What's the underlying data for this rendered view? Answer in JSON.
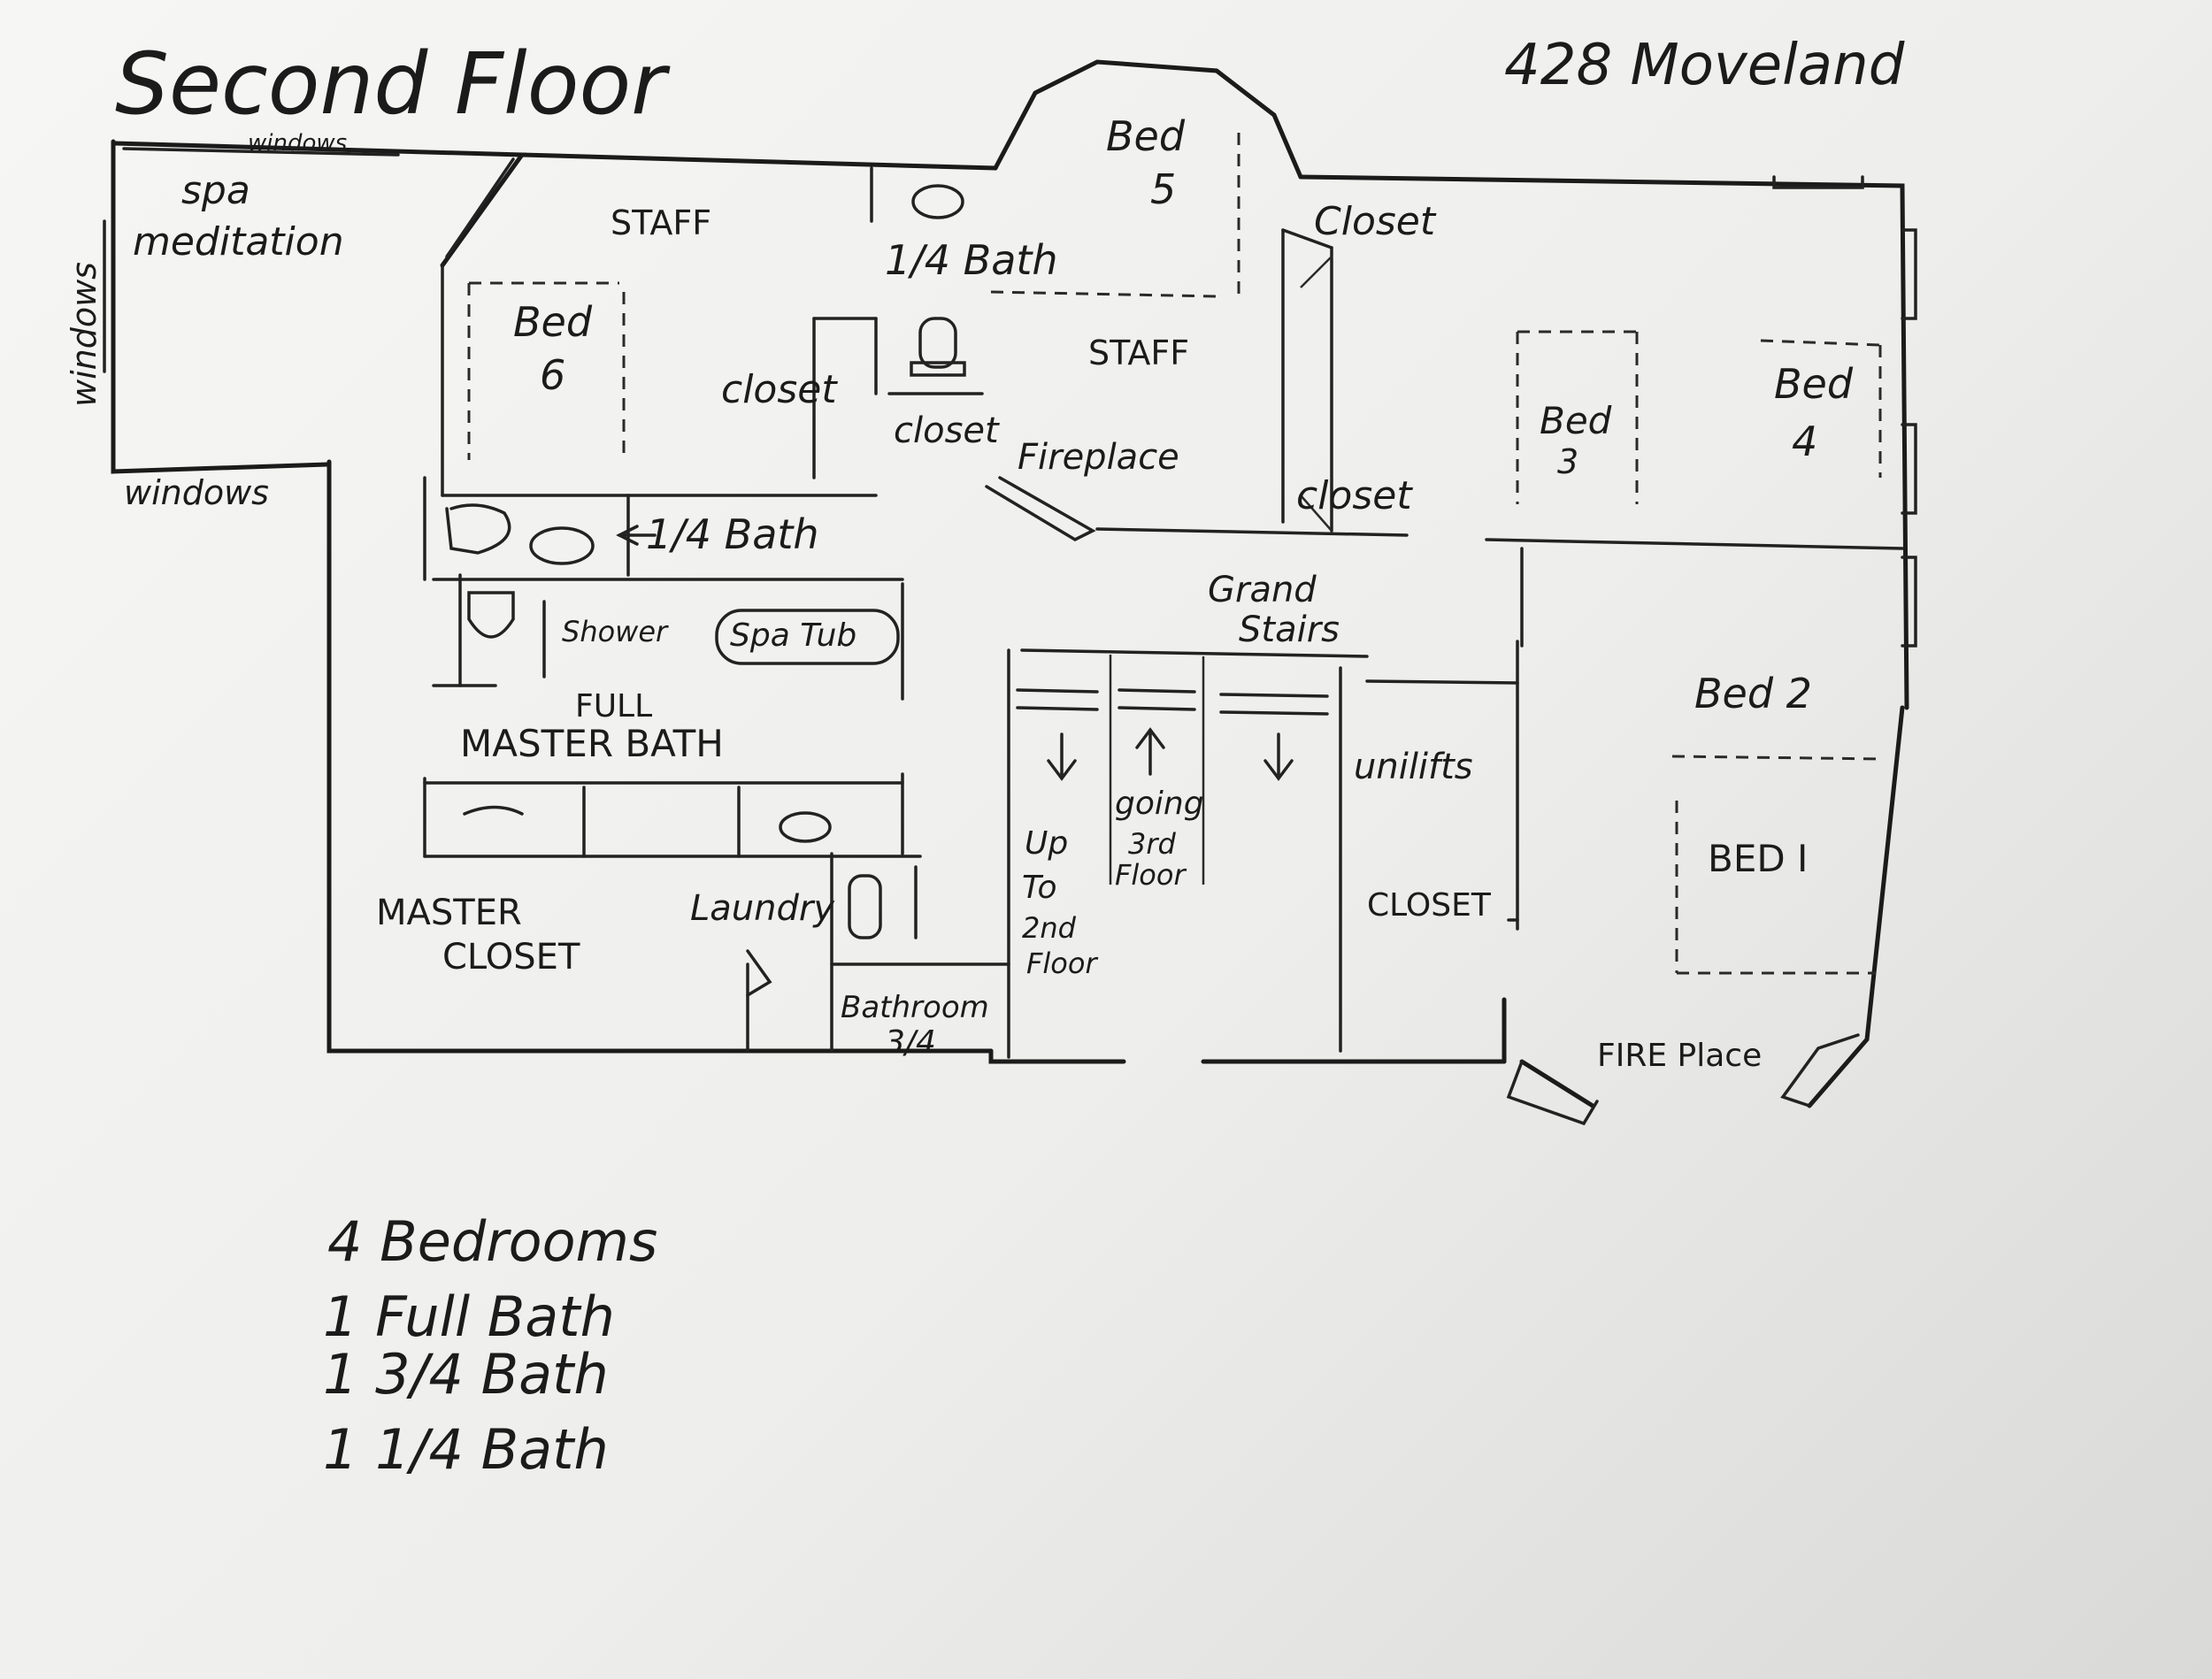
{
  "title": "Second Floor",
  "address": "428 Moveland",
  "rooms": {
    "spa": [
      "spa",
      "meditation"
    ],
    "windows_top": "windows",
    "windows_side": "windows",
    "windows_bottom": "windows",
    "staff_1": "STAFF",
    "staff_2": "STAFF",
    "quarter_bath_1": "1/4 Bath",
    "quarter_bath_2": "1/4 Bath",
    "bed5": [
      "Bed",
      "5"
    ],
    "bed6": [
      "Bed",
      "6"
    ],
    "bed3": [
      "Bed",
      "3"
    ],
    "bed4": [
      "Bed",
      "4"
    ],
    "bed2": "Bed 2",
    "bed1": "BED I",
    "closet_1": "Closet",
    "closet_2": "closet",
    "closet_3": "closet",
    "closet_4": "closet",
    "closet_5": "CLOSET",
    "fireplace_1": "Fireplace",
    "fireplace_2": "FIRE Place",
    "shower": "Shower",
    "spa_tub": "Spa Tub",
    "full_bath": "FULL",
    "master_bath": "MASTER BATH",
    "master_closet": [
      "MASTER",
      "CLOSET"
    ],
    "laundry": "Laundry",
    "bathroom": [
      "Bathroom",
      "3/4"
    ],
    "grand_stairs": [
      "Grand",
      "Stairs"
    ],
    "up_to_2nd": [
      "Up",
      "To",
      "2nd",
      "Floor"
    ],
    "going_3rd": [
      "going",
      "3rd",
      "Floor"
    ],
    "unilifts": "unilifts"
  },
  "summary": [
    "4 Bedrooms",
    "1 Full Bath",
    "1 3/4 Bath",
    "1 1/4 Bath"
  ]
}
